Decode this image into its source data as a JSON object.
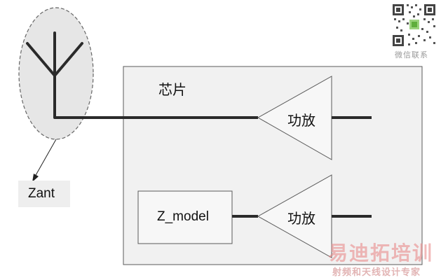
{
  "diagram": {
    "chip_label": "芯片",
    "amplifier_label_1": "功放",
    "amplifier_label_2": "功放",
    "zmodel_label": "Z_model",
    "zant_label": "Zant"
  },
  "watermark": {
    "contact_text": "微信联系",
    "brand_text": "易迪拓培训",
    "tagline_text": "射频和天线设计专家"
  }
}
